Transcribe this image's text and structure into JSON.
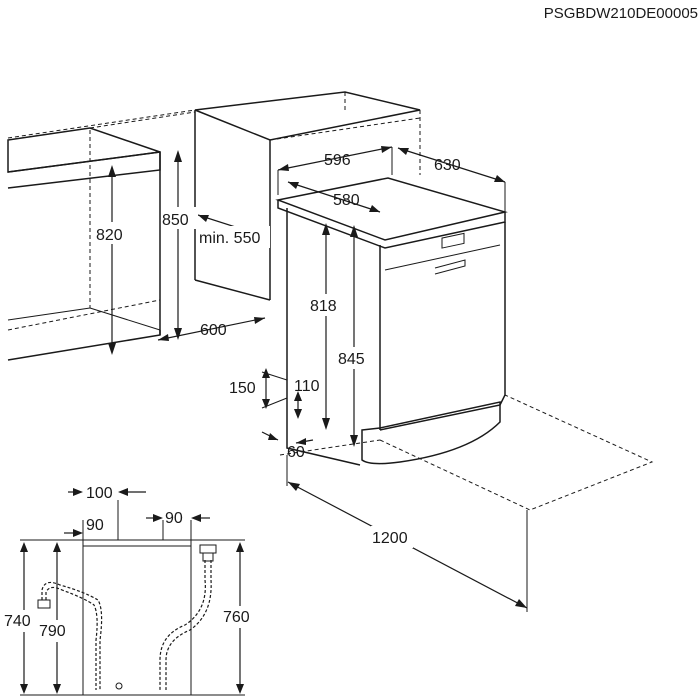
{
  "diagram": {
    "code": "PSGBDW210DE00005",
    "colors": {
      "line": "#1a1a1a",
      "worktop": "#c8c8c8",
      "cabinet_edge": "#dcdcdc"
    },
    "dimensions": {
      "d820": "820",
      "d850": "850",
      "min550": "min. 550",
      "d600": "600",
      "d596": "596",
      "d630": "630",
      "d580": "580",
      "d818": "818",
      "d845": "845",
      "d150": "150",
      "d110": "110",
      "d60": "60",
      "d1200": "1200",
      "d100": "100",
      "d90a": "90",
      "d90b": "90",
      "d740": "740",
      "d790": "790",
      "d760": "760"
    }
  }
}
